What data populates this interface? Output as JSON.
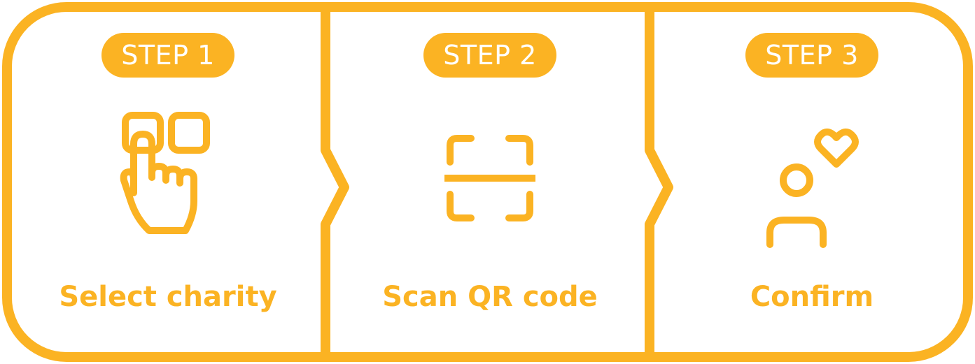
{
  "theme": {
    "accent": "#FBB323",
    "background": "#FFFFFF"
  },
  "steps": [
    {
      "badge": "STEP 1",
      "label": "Select charity",
      "icon": "tap-select-icon"
    },
    {
      "badge": "STEP 2",
      "label": "Scan QR code",
      "icon": "qr-scan-icon"
    },
    {
      "badge": "STEP 3",
      "label": "Confirm",
      "icon": "person-heart-icon"
    }
  ]
}
